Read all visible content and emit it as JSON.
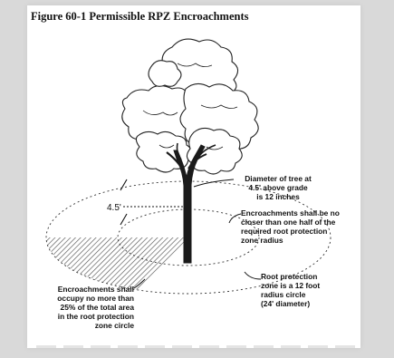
{
  "figure": {
    "title": "Figure 60-1 Permissible RPZ Encroachments"
  },
  "annotations": {
    "trunk_diameter": [
      "Diameter of tree at",
      "4.5' above grade",
      "is 12 inches"
    ],
    "encroachment_distance": [
      "Encroachments shall be no",
      "closer than one half of the",
      "required root protection",
      "zone radius"
    ],
    "rpz_radius": [
      "Root protection",
      "zone is a 12 foot",
      "radius circle",
      "(24' diameter)"
    ],
    "encroachment_area": [
      "Encroachments shall",
      "occupy no more than",
      "25% of the total area",
      "in the root protection",
      "zone circle"
    ],
    "grade_height": "4.5'"
  },
  "colors": {
    "background": "#d9d9d9",
    "paper": "#ffffff",
    "ink": "#111111",
    "hatch": "#555555"
  }
}
